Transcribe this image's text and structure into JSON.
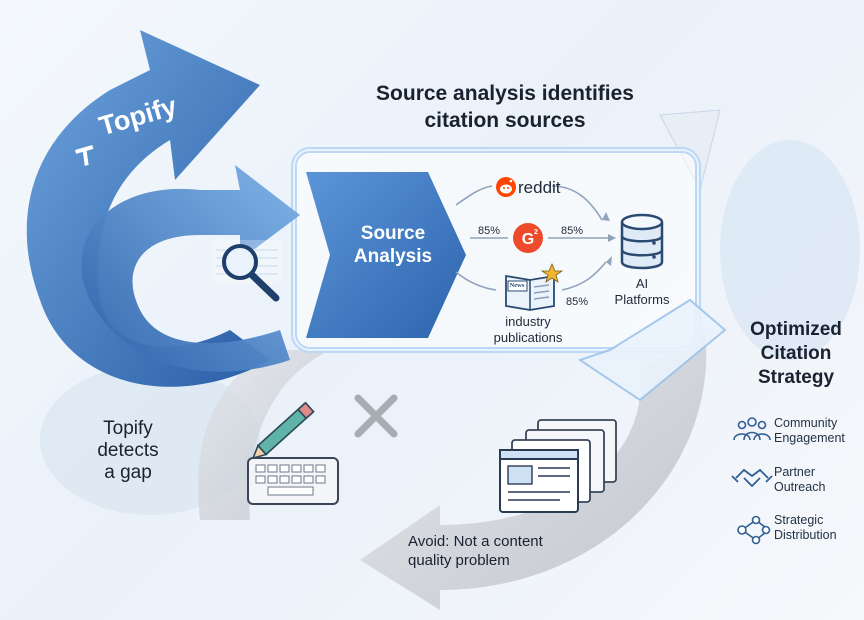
{
  "brand": "Topify",
  "title_lines": [
    "Source analysis identifies",
    "citation sources"
  ],
  "source_analysis_lines": [
    "Source",
    "Analysis"
  ],
  "sources": {
    "reddit": "reddit",
    "g2": "G",
    "g2_sup": "2",
    "publication_badge": "News",
    "publications_lines": [
      "industry",
      "publications"
    ]
  },
  "percentages": {
    "left": "85%",
    "right_top": "85%",
    "right_bottom": "85%"
  },
  "ai_platforms_lines": [
    "AI",
    "Platforms"
  ],
  "detects_gap_lines": [
    "Topify",
    "detects",
    "a gap"
  ],
  "strategy": {
    "title_lines": [
      "Optimized",
      "Citation",
      "Strategy"
    ],
    "items": [
      {
        "icon": "community-icon",
        "lines": [
          "Community",
          "Engagement"
        ]
      },
      {
        "icon": "handshake-icon",
        "lines": [
          "Partner",
          "Outreach"
        ]
      },
      {
        "icon": "network-icon",
        "lines": [
          "Strategic",
          "Distribution"
        ]
      }
    ]
  },
  "avoid_lines": [
    "Avoid: Not a content",
    "quality problem"
  ],
  "colors": {
    "primary_blue": "#3f7fc7",
    "dark_blue": "#2a5ea6",
    "light_blue": "#cfe1f4",
    "grey_arrow": "#c9ccd1",
    "reddit_orange": "#ff4500",
    "g2_red": "#ef4a2b",
    "star_yellow": "#f2b632"
  }
}
